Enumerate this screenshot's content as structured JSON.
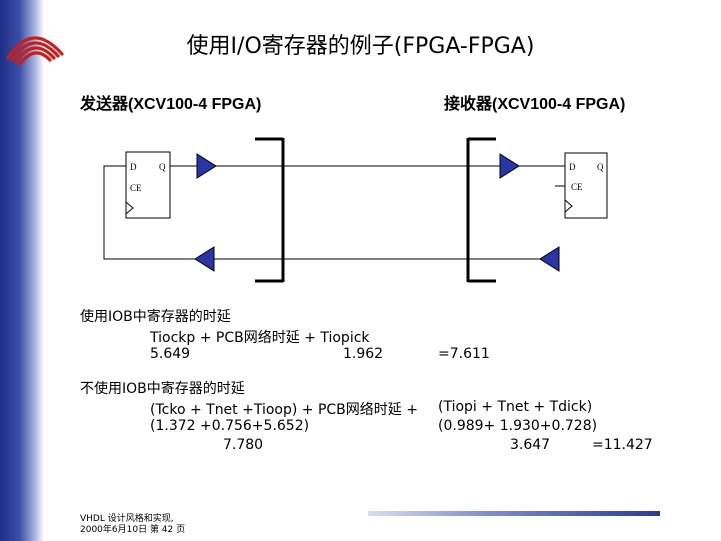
{
  "title": "使用I/O寄存器的例子(FPGA-FPGA)",
  "sender": {
    "heading": "发送器(XCV100-4 FPGA)"
  },
  "receiver": {
    "heading": "接收器(XCV100-4 FPGA)"
  },
  "flipflop": {
    "d": "D",
    "q": "Q",
    "ce": "CE"
  },
  "iob": {
    "title": "使用IOB中寄存器的时延",
    "formula": "Tiockp + PCB网络时延  + Tiopick",
    "value1": "5.649",
    "value2": "1.962",
    "total": "=7.611"
  },
  "non_iob": {
    "title": "不使用IOB中寄存器的时延",
    "formula_left": "(Tcko + Tnet +Tioop) + PCB网络时延 +",
    "formula_right": "(Tiopi + Tnet + Tdick)",
    "values_left": "(1.372 +0.756+5.652)",
    "values_right": "(0.989+ 1.930+0.728)",
    "sum_left": "7.780",
    "sum_right": "3.647",
    "total": "=11.427"
  },
  "footer": {
    "line1": "VHDL 设计风格和实现,",
    "line2": "2000年6月10日  第 42 页"
  }
}
